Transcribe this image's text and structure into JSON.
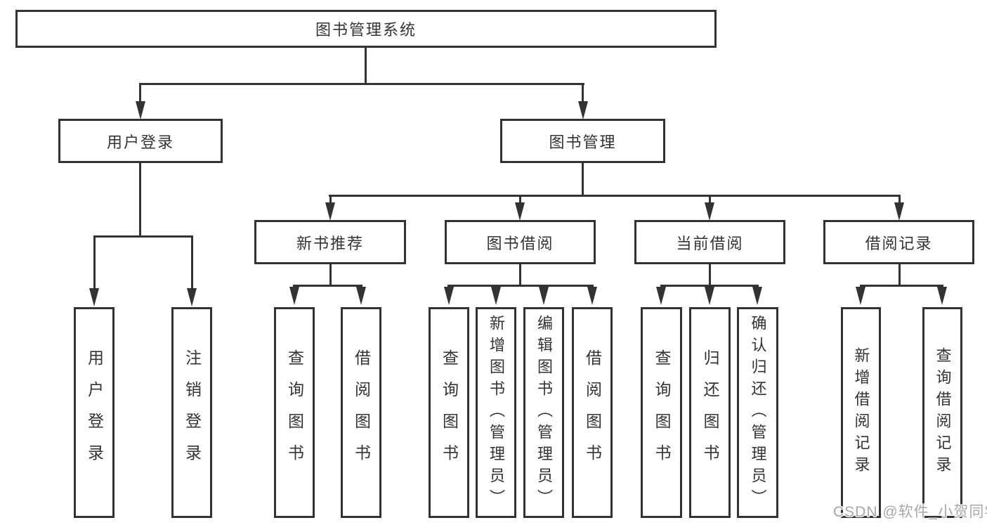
{
  "diagram": {
    "root": {
      "label": "图书管理系统",
      "children": [
        {
          "label": "用户登录",
          "children": [
            {
              "label": "用户登录"
            },
            {
              "label": "注销登录"
            }
          ]
        },
        {
          "label": "图书管理",
          "children": [
            {
              "label": "新书推荐",
              "children": [
                {
                  "label": "查询图书"
                },
                {
                  "label": "借阅图书"
                }
              ]
            },
            {
              "label": "图书借阅",
              "children": [
                {
                  "label": "查询图书"
                },
                {
                  "label": "新增图书（管理员）"
                },
                {
                  "label": "编辑图书（管理员）"
                },
                {
                  "label": "借阅图书"
                }
              ]
            },
            {
              "label": "当前借阅",
              "children": [
                {
                  "label": "查询图书"
                },
                {
                  "label": "归还图书"
                },
                {
                  "label": "确认归还（管理员）"
                }
              ]
            },
            {
              "label": "借阅记录",
              "children": [
                {
                  "label": "新增借阅记录"
                },
                {
                  "label": "查询借阅记录"
                }
              ]
            }
          ]
        }
      ]
    }
  },
  "watermark": {
    "text": "CSDN @软件_小贺同学"
  },
  "colors": {
    "line": "#333333",
    "text": "#333333",
    "background": "#ffffff",
    "watermark_text": "#a8a8a8"
  }
}
